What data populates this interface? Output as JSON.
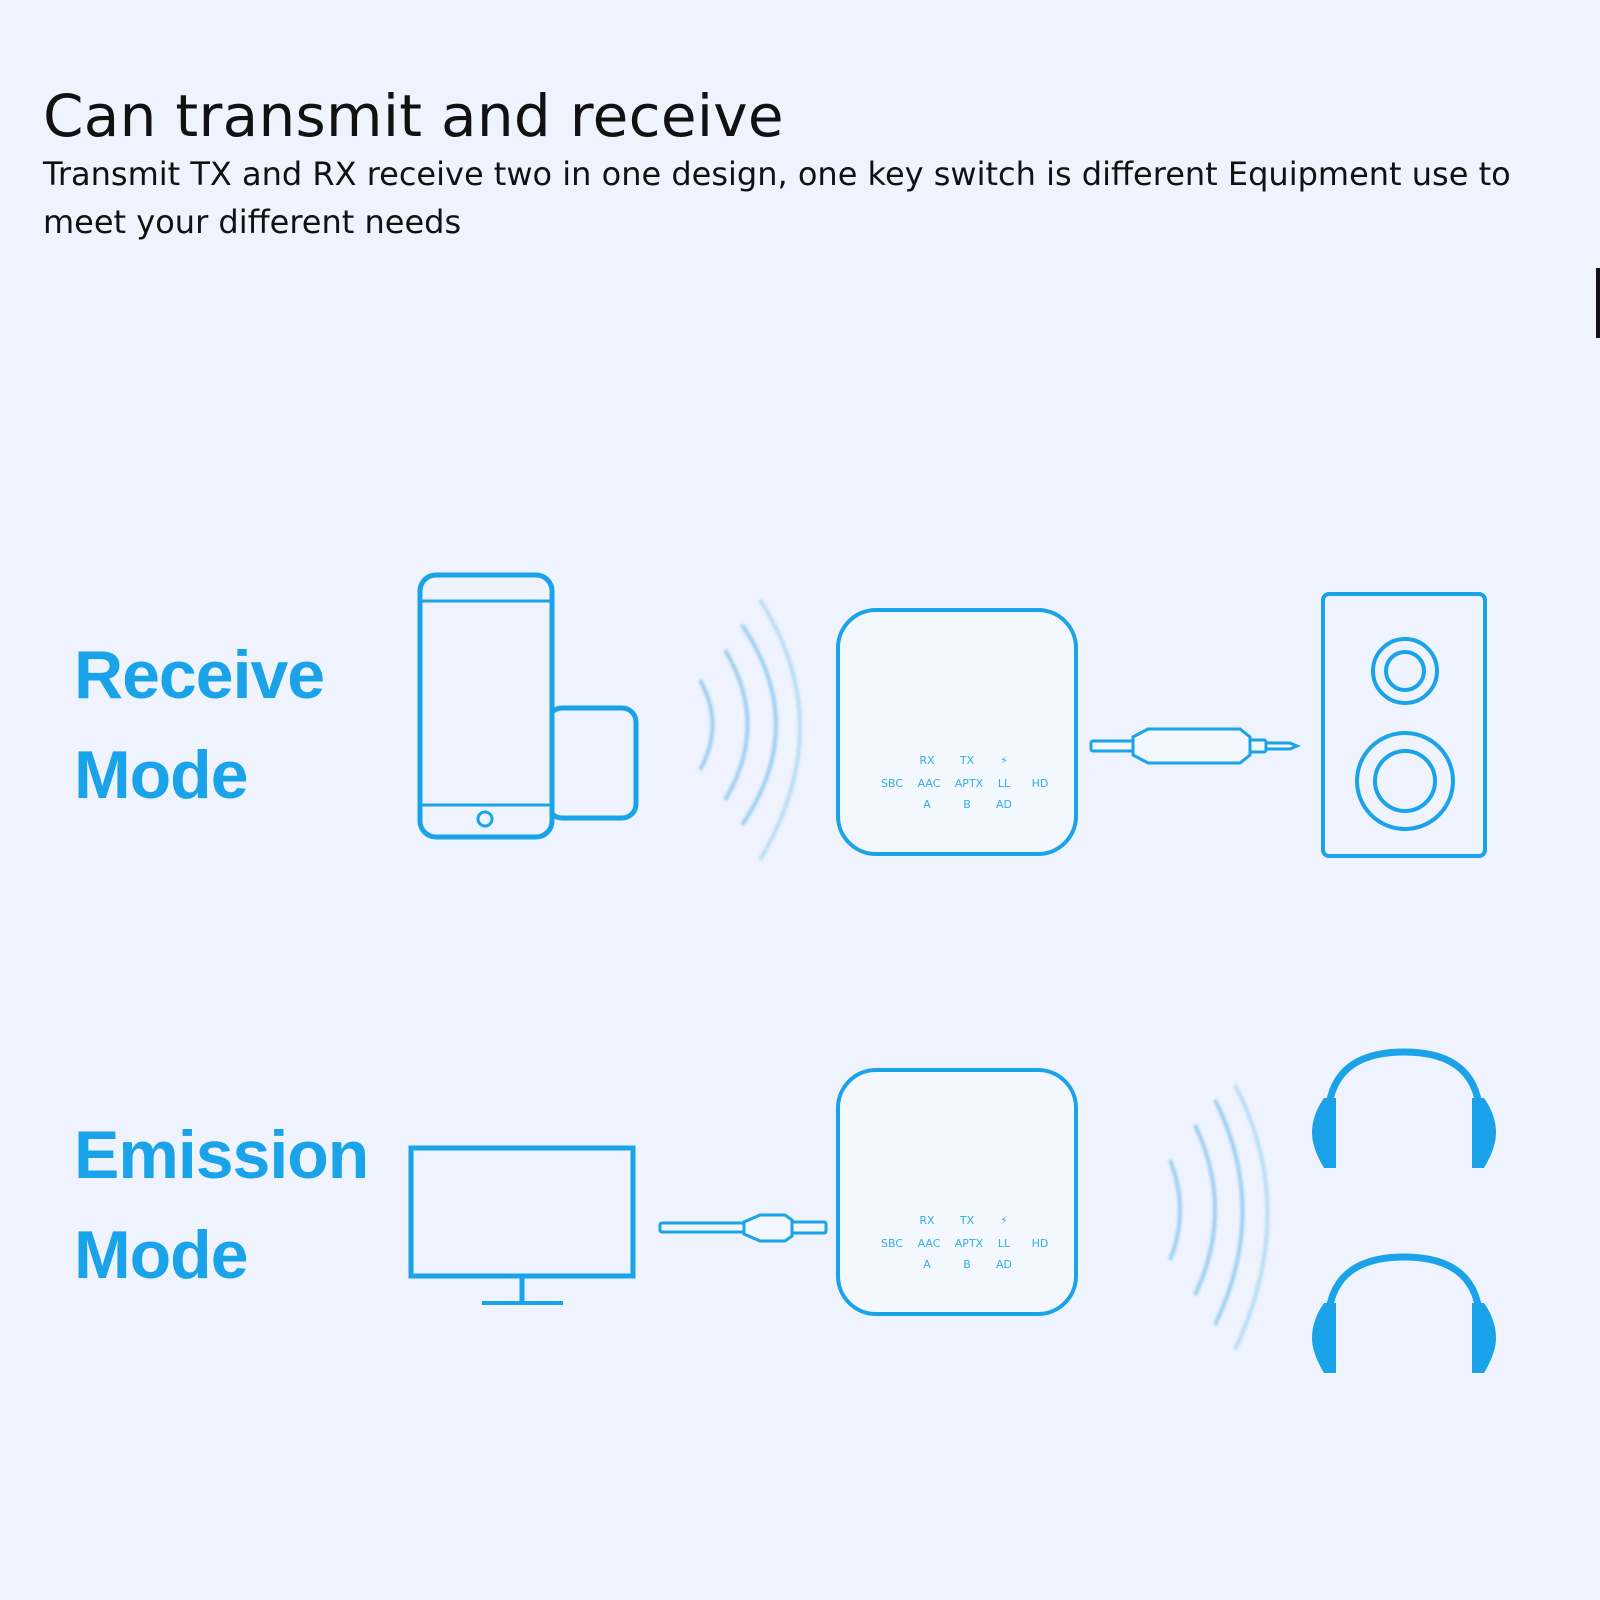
{
  "header": {
    "title": "Can transmit and receive",
    "subtitle": "Transmit TX and RX receive two in one design, one key switch is different Equipment use to meet your different needs"
  },
  "modes": {
    "receive": {
      "line1": "Receive",
      "line2": "Mode"
    },
    "emission": {
      "line1": "Emission",
      "line2": "Mode"
    }
  },
  "adapter_panel": {
    "row1": [
      "RX",
      "TX",
      "⚡"
    ],
    "row2": [
      "SBC",
      "AAC",
      "APTX",
      "LL",
      "HD"
    ],
    "row3": [
      "A",
      "B",
      "AD"
    ]
  },
  "icons": {
    "receive_row": [
      "phone-icon",
      "wifi-waves-icon",
      "adapter-box-icon",
      "audio-cable-icon",
      "speaker-icon"
    ],
    "emission_row": [
      "monitor-icon",
      "audio-cable-icon",
      "adapter-box-icon",
      "wifi-waves-icon",
      "headphones-icon",
      "headphones-icon"
    ]
  },
  "colors": {
    "accent": "#1aa3e8",
    "background": "#eef3fd",
    "text": "#111111"
  }
}
